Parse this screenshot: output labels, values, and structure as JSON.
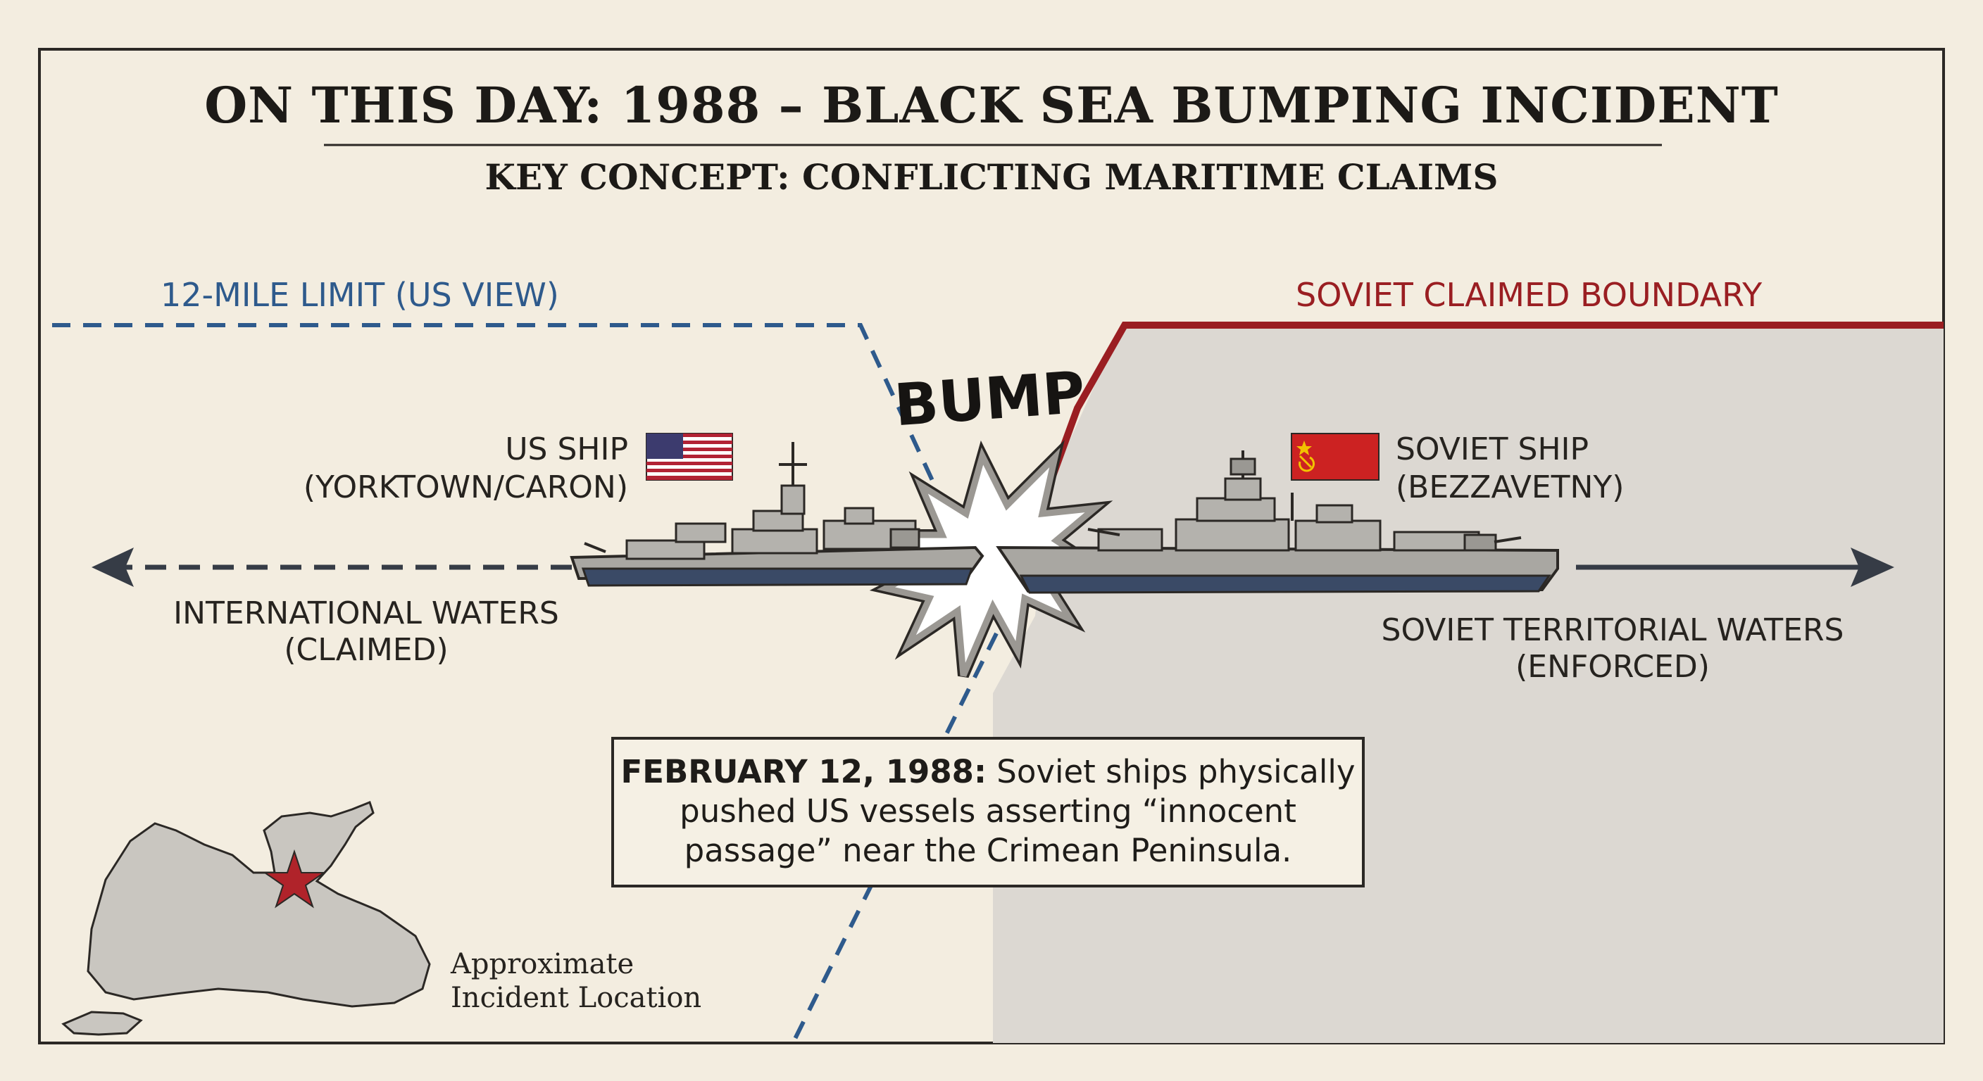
{
  "title": "ON THIS DAY: 1988 – BLACK SEA BUMPING INCIDENT",
  "subtitle": "KEY CONCEPT: CONFLICTING MARITIME CLAIMS",
  "us_limit_label": "12-MILE LIMIT (US VIEW)",
  "soviet_boundary_label": "SOVIET CLAIMED BOUNDARY",
  "bump_label": "BUMP",
  "us_ship": {
    "line1": "US SHIP",
    "line2": "(YORKTOWN/CARON)"
  },
  "soviet_ship": {
    "line1": "SOVIET SHIP",
    "line2": "(BEZZAVETNY)"
  },
  "international_waters": {
    "line1": "INTERNATIONAL WATERS",
    "line2": "(CLAIMED)"
  },
  "soviet_waters": {
    "line1": "SOVIET TERRITORIAL WATERS",
    "line2": "(ENFORCED)"
  },
  "callout": {
    "date": "FEBRUARY 12, 1988:",
    "line1_rest": " Soviet ships physically",
    "line2": "pushed US vessels asserting “innocent",
    "line3": "passage” near the Crimean Peninsula."
  },
  "map_label": {
    "line1": "Approximate",
    "line2": "Incident Location"
  },
  "colors": {
    "background": "#f3ede0",
    "soviet_zone": "#dcd8d2",
    "us_line": "#2e5a8c",
    "soviet_line": "#9a1e22",
    "ship_hull": "#a9a7a2",
    "ship_waterline": "#3a4a66",
    "star": "#b0232a"
  },
  "icons": [
    "us-flag-icon",
    "soviet-flag-icon",
    "incident-star-icon",
    "left-arrow-icon",
    "right-arrow-icon"
  ]
}
